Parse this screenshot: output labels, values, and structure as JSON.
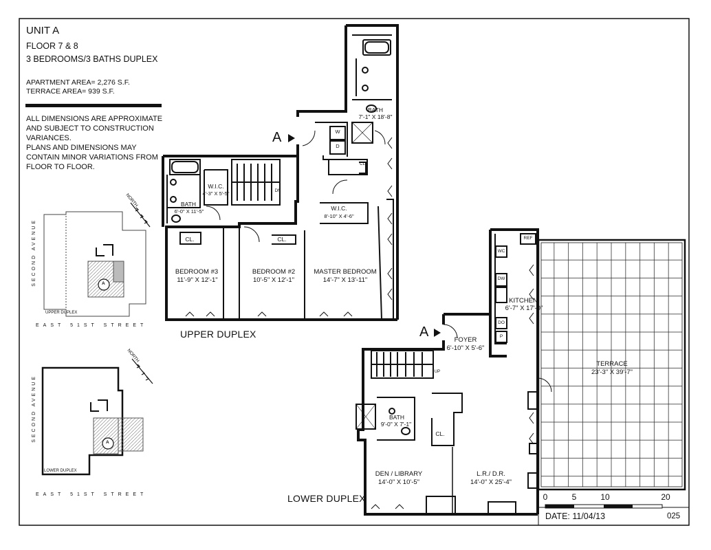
{
  "info": {
    "unit": "UNIT A",
    "floor": "FLOOR 7 & 8",
    "type": "3 BEDROOMS/3 BATHS DUPLEX",
    "apartment_area": "APARTMENT AREA= 2,276 S.F.",
    "terrace_area": "TERRACE AREA= 939 S.F.",
    "note1": "ALL DIMENSIONS ARE APPROXIMATE AND SUBJECT TO CONSTRUCTION VARIANCES.",
    "note2": "PLANS AND DIMENSIONS MAY CONTAIN MINOR VARIATIONS FROM FLOOR TO FLOOR."
  },
  "key_plans": {
    "upper_caption": "UPPER DUPLEX",
    "lower_caption": "LOWER DUPLEX",
    "street": "EAST 51ST STREET",
    "avenue": "SECOND AVENUE",
    "north": "NORTH",
    "unit_marker": "A"
  },
  "upper": {
    "label": "UPPER DUPLEX",
    "marker": "A",
    "rooms": {
      "bath_master_name": "BATH",
      "bath_master_dim": "7'-1\" X 18'-8\"",
      "wic_left_name": "W.I.C.",
      "wic_left_dim": "4'-3\" X 5'-5\"",
      "bath_left_name": "BATH",
      "bath_left_dim": "6'-0\" X 11'-5\"",
      "wic_master_name": "W.I.C.",
      "wic_master_dim": "8'-10\" X 4'-6\"",
      "closet1": "CL.",
      "closet2": "CL.",
      "bedroom3_name": "BEDROOM #3",
      "bedroom3_dim": "11'-9\" X 12'-1\"",
      "bedroom2_name": "BEDROOM #2",
      "bedroom2_dim": "10'-5\" X 12'-1\"",
      "master_name": "MASTER BEDROOM",
      "master_dim": "14'-7\" X 13'-11\""
    },
    "fixtures": {
      "washer": "W",
      "dryer": "D",
      "closet": "CL",
      "stair": "DN"
    }
  },
  "lower": {
    "label": "LOWER DUPLEX",
    "marker": "A",
    "rooms": {
      "foyer_name": "FOYER",
      "foyer_dim": "6'-10\" X 5'-6\"",
      "kitchen_name": "KITCHEN",
      "kitchen_dim": "6'-7\" X 17'-0\"",
      "terrace_name": "TERRACE",
      "terrace_dim": "23'-3\" X 39'-7\"",
      "bath_name": "BATH",
      "bath_dim": "9'-0\" X 7'-1\"",
      "closet": "CL.",
      "den_name": "DEN / LIBRARY",
      "den_dim": "14'-0\" X 10'-5\"",
      "lr_name": "L.R./ D.R.",
      "lr_dim": "14'-0\" X 25'-4\""
    },
    "fixtures": {
      "ref": "REF",
      "wc": "WC",
      "dw": "DW",
      "do": "DO",
      "p": "P",
      "stair": "UP"
    }
  },
  "scale": {
    "ticks": [
      "0",
      "5",
      "10",
      "20"
    ]
  },
  "footer": {
    "date": "DATE:   11/04/13",
    "sheet": "025"
  }
}
